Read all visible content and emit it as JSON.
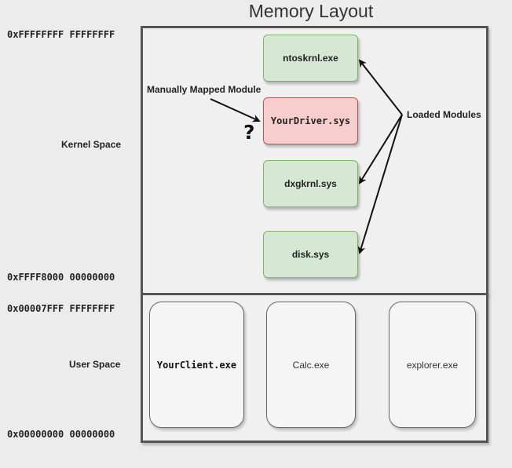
{
  "title": "Memory Layout",
  "addresses": {
    "kernel_top": "0xFFFFFFFF FFFFFFFF",
    "kernel_bottom": "0xFFFF8000 00000000",
    "user_top": "0x00007FFF FFFFFFFF",
    "user_bottom": "0x00000000 00000000"
  },
  "regions": {
    "kernel": "Kernel Space",
    "user": "User Space"
  },
  "kernel_modules": {
    "ntoskrnl": "ntoskrnl.exe",
    "your_driver": "YourDriver.sys",
    "dxgkrnl": "dxgkrnl.sys",
    "disk": "disk.sys"
  },
  "user_processes": {
    "your_client": "YourClient.exe",
    "calc": "Calc.exe",
    "explorer": "explorer.exe"
  },
  "annotations": {
    "manual": "Manually Mapped Module",
    "loaded": "Loaded Modules",
    "question": "?"
  },
  "colors": {
    "loaded_module_fill": "#d5e8d4",
    "loaded_module_border": "#82b366",
    "mapped_module_fill": "#f8cecc",
    "mapped_module_border": "#b85450",
    "process_fill": "#f5f5f5"
  }
}
